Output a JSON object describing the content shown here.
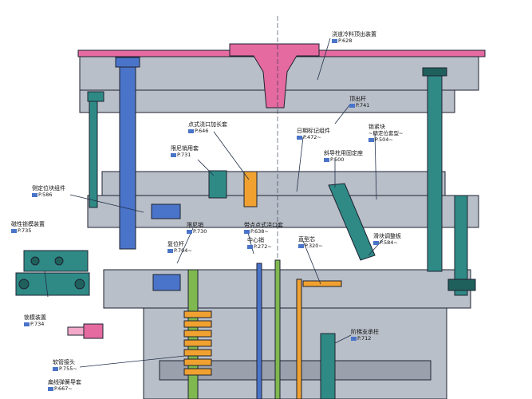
{
  "colors": {
    "plate": "#b9bfc9",
    "plate_dark": "#9aa1ad",
    "outline": "#1d2230",
    "pink": "#e46aa0",
    "pink_light": "#f3a9c9",
    "blue": "#4a74c9",
    "teal": "#2f8a86",
    "teal_dark": "#1f5f5c",
    "orange": "#f0a12f",
    "green": "#7fb84f",
    "leader": "#20304a"
  },
  "labels": [
    {
      "id": "sprue-ejector",
      "title": "浇道冷料顶出装置",
      "ref": "P.628"
    },
    {
      "id": "ejector-pin",
      "title": "顶出杆",
      "ref": "P.741"
    },
    {
      "id": "gate-bushing-point",
      "title": "点式浇口加长套",
      "ref": "P.646"
    },
    {
      "id": "date-mark",
      "title": "日期标记组件",
      "ref": "P.472~"
    },
    {
      "id": "lock-block",
      "title": "锁紧块",
      "sub": "~精定位套型~",
      "ref": "P.504~"
    },
    {
      "id": "stop-bushing",
      "title": "限尼销用套",
      "ref": "P.731"
    },
    {
      "id": "angle-pin-fixing",
      "title": "斜导柱用固定座",
      "ref": "P.500"
    },
    {
      "id": "positioning-block",
      "title": "侧定位块组件",
      "ref": "P.586"
    },
    {
      "id": "magnetic-lock",
      "title": "磁性锁模装置",
      "ref": "P.735"
    },
    {
      "id": "stop-pin",
      "title": "限尼销",
      "ref": "P.730"
    },
    {
      "id": "point-gate-bushing",
      "title": "带点点式浇口套",
      "ref": "P.638~"
    },
    {
      "id": "return-pin",
      "title": "复位杆",
      "ref": "P.704~"
    },
    {
      "id": "center-pin",
      "title": "中心销",
      "ref": "P.272~"
    },
    {
      "id": "straight-core",
      "title": "直型芯",
      "ref": "P.320~"
    },
    {
      "id": "slide-adjust",
      "title": "滑块调整板",
      "ref": "P.584~"
    },
    {
      "id": "mold-lock",
      "title": "锁模装置",
      "ref": "P.734"
    },
    {
      "id": "support-pillar",
      "title": "阶梯支承柱",
      "ref": "P.712"
    },
    {
      "id": "hose-connector",
      "title": "软管接头",
      "ref": "P.755~"
    },
    {
      "id": "spring-guide",
      "title": "扁线弹簧导套",
      "ref": "P.667~"
    }
  ]
}
